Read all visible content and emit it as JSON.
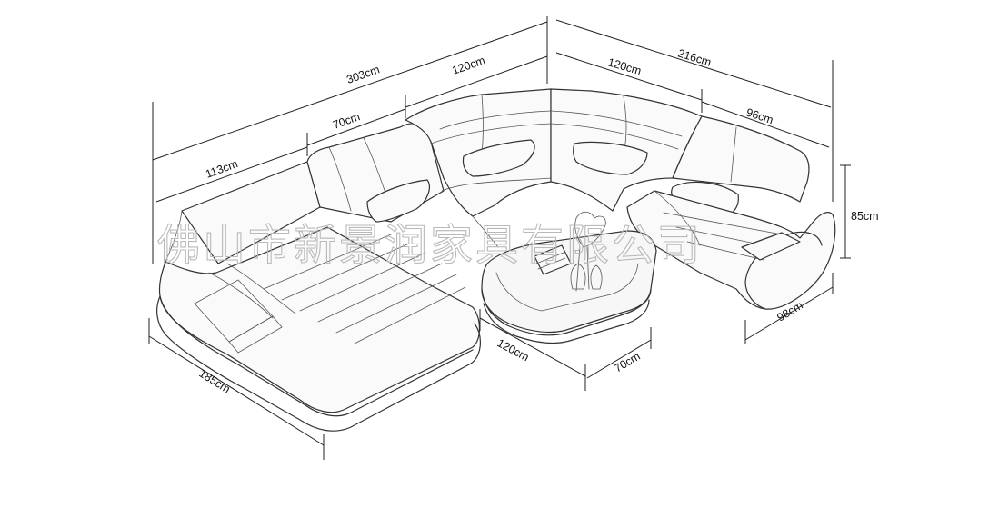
{
  "watermark": "佛山市新景润家具有限公司",
  "dimensions": {
    "overall_width": "303cm",
    "right_depth": "216cm",
    "back_upper": "120cm",
    "right_upper": "120cm",
    "back_middle": "70cm",
    "right_lower": "96cm",
    "left_back": "113cm",
    "height": "85cm",
    "right_arm_depth": "98cm",
    "table_length": "120cm",
    "table_width": "70cm",
    "chaise_length": "185cm"
  }
}
